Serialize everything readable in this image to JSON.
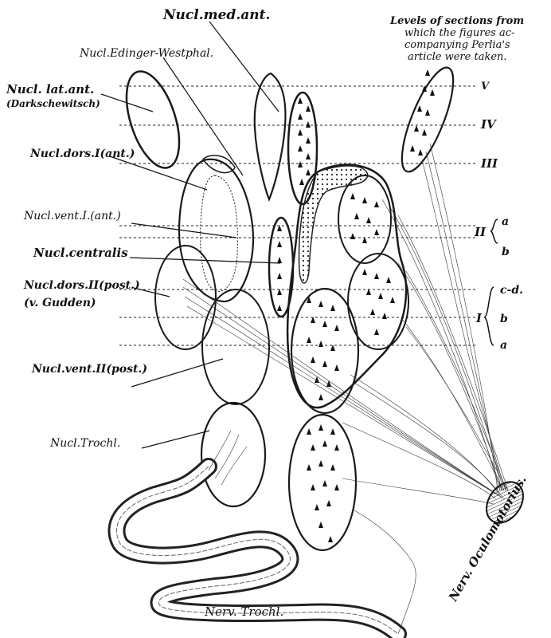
{
  "labels": {
    "nucl_med_ant": "Nucl.med.ant.",
    "nucl_edinger": "Nucl.Edinger-Westphal.",
    "nucl_lat_ant": "Nucl. lat.ant.",
    "darkschewitsch": "(Darkschewitsch)",
    "nucl_dors_i": "Nucl.dors.I(ant.)",
    "nucl_vent_i": "Nucl.vent.I.(ant.)",
    "nucl_centralis": "Nucl.centralis",
    "nucl_dors_ii": "Nucl.dors.II(post.)",
    "v_gudden": "(v. Gudden)",
    "nucl_vent_ii": "Nucl.vent.II(post.)",
    "nucl_trochl": "Nucl.Trochl.",
    "nerv_trochl": "Nerv. Trochl.",
    "nerv_oculomotorius": "Nerv. Oculomotorius."
  },
  "legend_note": {
    "line1": "Levels of sections from",
    "line2": "which the figures ac-",
    "line3": "companying Perlia's",
    "line4": "article were taken."
  },
  "levels": {
    "v": "V",
    "iv": "IV",
    "iii": "III",
    "ii": "II",
    "ii_a": "a",
    "ii_b": "b",
    "i": "I",
    "i_cd": "c-d.",
    "i_b": "b",
    "i_a": "a"
  }
}
